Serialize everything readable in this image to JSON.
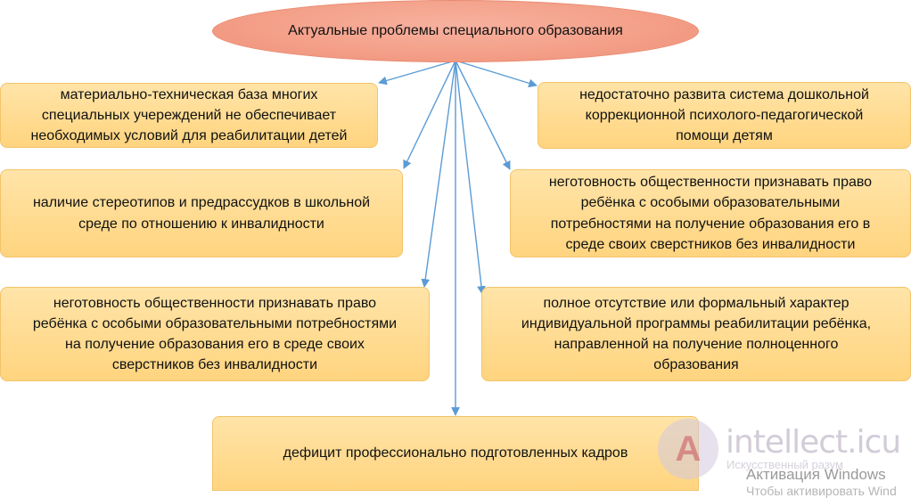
{
  "diagram": {
    "root": {
      "label": "Актуальные проблемы специального образования"
    },
    "left_boxes": [
      {
        "lines": [
          "материально-техническая база многих",
          "специальных учереждений не обеспечивает",
          "необходимых условий для реабилитации детей"
        ]
      },
      {
        "lines": [
          "наличие стереотипов и предрассудков в школьной",
          "среде по отношению к инвалидности"
        ]
      },
      {
        "lines": [
          "неготовность общественности признавать право",
          "ребёнка с особыми образовательными потребностями",
          "на получение образования его в среде своих",
          "сверстников без инвалидности"
        ]
      }
    ],
    "right_boxes": [
      {
        "lines": [
          "недостаточно развита система дошкольной",
          "коррекционной психолого-педагогической",
          "помощи детям"
        ]
      },
      {
        "lines": [
          "неготовность общественности признавать право",
          "ребёнка с особыми образовательными",
          "потребностями на получение образования его в",
          "среде своих сверстников без инвалидности"
        ]
      },
      {
        "lines": [
          "полное отсутствие или формальный характер",
          "индивидуальной программы реабилитации ребёнка,",
          "направленной на получение полноценного",
          "образования"
        ]
      }
    ],
    "bottom_box": {
      "label": "дефицит профессионально подготовленных кадров"
    },
    "colors": {
      "root_fill": "#f4a089",
      "box_fill": "#ffd47f",
      "arrow": "#5b9bd5"
    }
  },
  "watermark": {
    "logo_letter": "A",
    "site": "intellect.icu",
    "tagline": "Искусственный разум"
  },
  "os_overlay": {
    "activation_title": "Активация Windows",
    "activation_hint": "Чтобы активировать Wind"
  }
}
